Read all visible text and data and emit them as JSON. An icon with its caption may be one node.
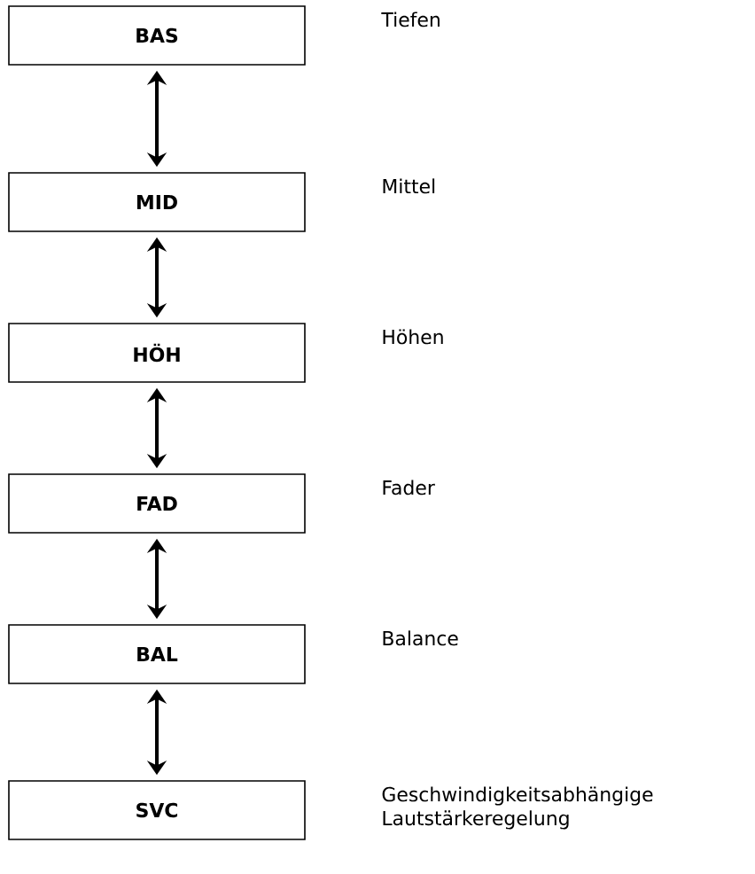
{
  "diagram": {
    "nodes": [
      {
        "text": [
          "BAS"
        ]
      },
      {
        "text": [
          "MID"
        ]
      },
      {
        "text": [
          "HÖH"
        ]
      },
      {
        "text": [
          "FAD"
        ]
      },
      {
        "text": [
          "BAL"
        ]
      },
      {
        "text": [
          "SVC"
        ]
      }
    ],
    "edges": [
      {
        "from": 0,
        "to": 1,
        "arrow": "both"
      },
      {
        "from": 1,
        "to": 2,
        "arrow": "both"
      },
      {
        "from": 2,
        "to": 3,
        "arrow": "both"
      },
      {
        "from": 3,
        "to": 4,
        "arrow": "both"
      },
      {
        "from": 4,
        "to": 5,
        "arrow": "both"
      }
    ],
    "labels": [
      "Tiefen",
      "Mittel",
      "Höhen",
      "Fader",
      "Balance",
      "Geschwindigkeitsabhängige Lautstärkeregelung"
    ]
  }
}
